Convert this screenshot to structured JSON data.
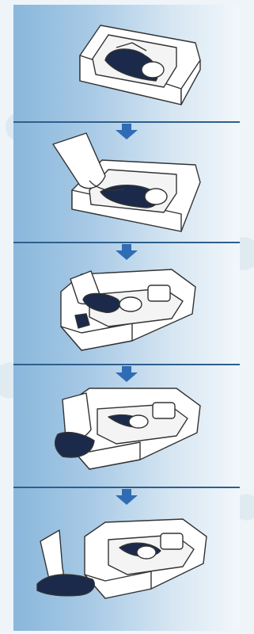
{
  "figure": {
    "description_steps": [
      "shoe-cover-machine-empty",
      "foot-inserted-into-machine",
      "foot-pressed-down",
      "foot-withdrawn-with-cover",
      "foot-covered-exiting"
    ],
    "colors": {
      "panel_left": "#89b7db",
      "panel_right": "#f2f7fb",
      "divider": "#2e5f8c",
      "arrow": "#2f6cb3",
      "shoe_cover": "#1b2a4a",
      "machine_outline": "#333333"
    },
    "icons": [
      "down-arrow-icon"
    ]
  }
}
